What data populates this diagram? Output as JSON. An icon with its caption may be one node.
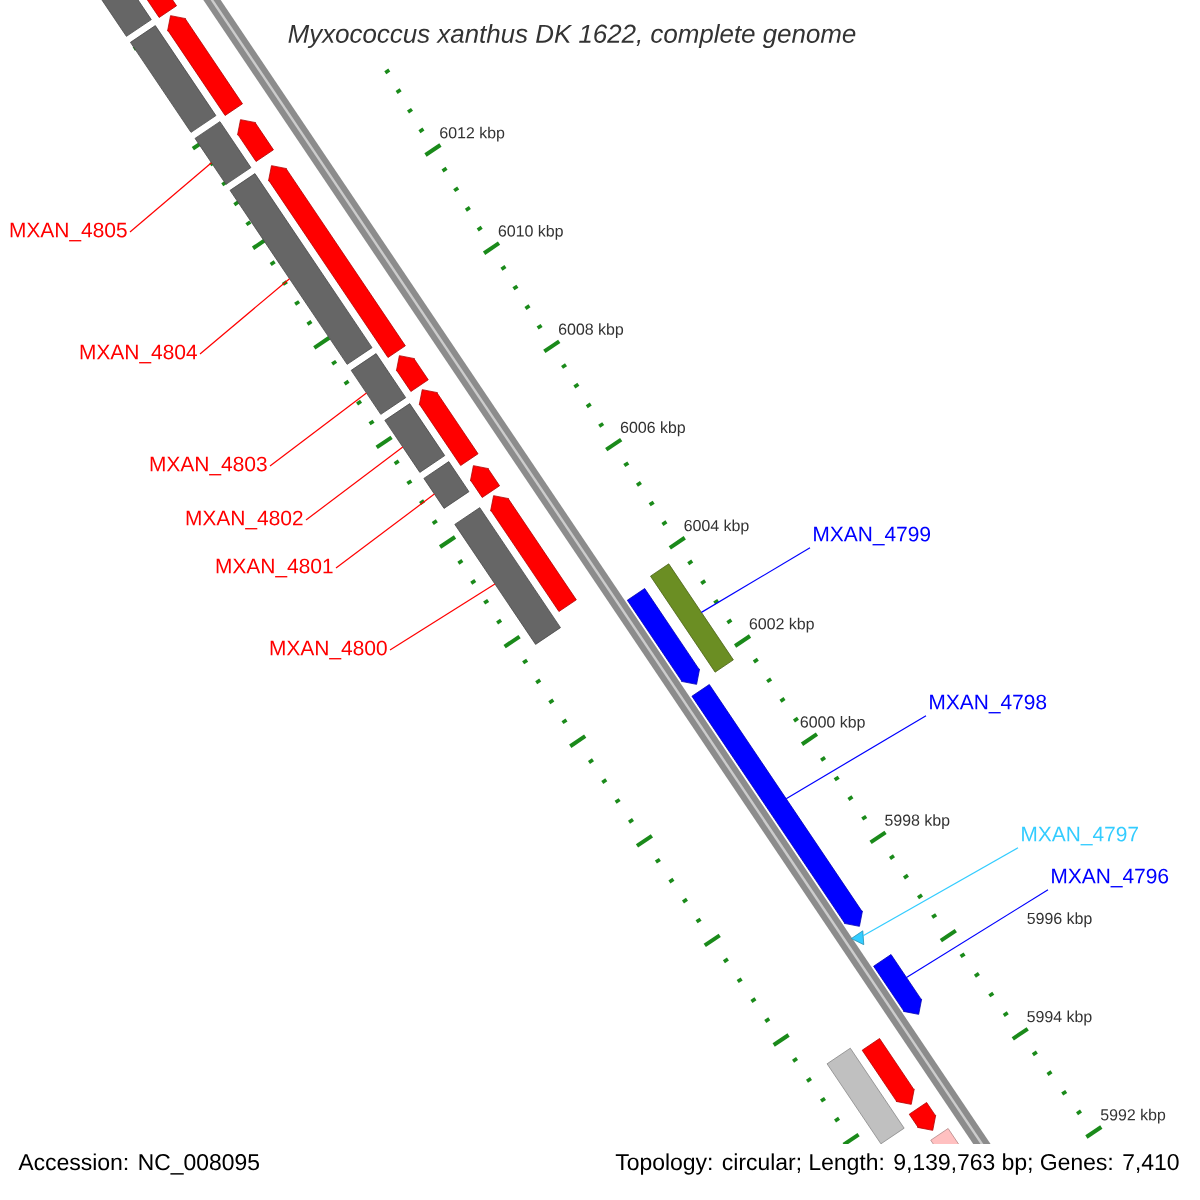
{
  "diagram": {
    "title": "Myxococcus xanthus DK 1622, complete genome",
    "nodes": [
      {
        "text": [
          "MXAN_4805"
        ]
      },
      {
        "text": [
          "MXAN_4804"
        ]
      },
      {
        "text": [
          "MXAN_4803"
        ]
      },
      {
        "text": [
          "MXAN_4802"
        ]
      },
      {
        "text": [
          "MXAN_4801"
        ]
      },
      {
        "text": [
          "MXAN_4800"
        ]
      },
      {
        "text": [
          "MXAN_4799"
        ]
      },
      {
        "text": [
          "MXAN_4798"
        ]
      },
      {
        "text": [
          "MXAN_4797"
        ]
      },
      {
        "text": [
          "MXAN_4796"
        ]
      },
      {
        "text": [],
        "shape": "bar"
      },
      {
        "text": [],
        "shape": "bar"
      },
      {
        "text": [],
        "shape": "bar"
      },
      {
        "text": [],
        "shape": "bar"
      },
      {
        "text": [],
        "shape": "bar"
      },
      {
        "text": [],
        "shape": "bar"
      },
      {
        "text": [],
        "shape": "bar"
      },
      {
        "text": [],
        "shape": "arrow"
      },
      {
        "text": [],
        "shape": "triangle"
      },
      {
        "text": [],
        "shape": "arrow"
      },
      {
        "text": [],
        "shape": "arrow"
      },
      {
        "text": [],
        "shape": "arrow"
      },
      {
        "text": [],
        "shape": "arrow"
      },
      {
        "text": [],
        "shape": "arrow"
      },
      {
        "text": [],
        "shape": "arrow"
      },
      {
        "text": [],
        "shape": "arrow"
      },
      {
        "text": [],
        "shape": "arrow"
      },
      {
        "text": [],
        "shape": "arrow"
      },
      {
        "text": [],
        "shape": "bar"
      },
      {
        "text": [],
        "shape": "bar"
      },
      {
        "text": [],
        "shape": "arrow"
      },
      {
        "text": [],
        "shape": "bar"
      },
      {
        "text": [],
        "shape": "arrow"
      },
      {
        "text": [],
        "shape": "arrow"
      },
      {
        "text": [],
        "shape": "arrow"
      }
    ],
    "edges": [
      {
        "from": 0,
        "to": 10,
        "arrow": "none"
      },
      {
        "from": 1,
        "to": 11,
        "arrow": "none"
      },
      {
        "from": 2,
        "to": 12,
        "arrow": "none"
      },
      {
        "from": 3,
        "to": 13,
        "arrow": "none"
      },
      {
        "from": 4,
        "to": 14,
        "arrow": "none"
      },
      {
        "from": 5,
        "to": 15,
        "arrow": "none"
      },
      {
        "from": 6,
        "to": 16,
        "arrow": "none",
        "color": "#0000ff"
      },
      {
        "from": 7,
        "to": 17,
        "arrow": "none",
        "color": "#0000ff"
      },
      {
        "from": 8,
        "to": 18,
        "arrow": "none",
        "color": "#33ccff"
      },
      {
        "from": 9,
        "to": 19,
        "arrow": "none",
        "color": "#0000ff"
      }
    ],
    "labels": [
      "6012 kbp",
      "6010 kbp",
      "6008 kbp",
      "6006 kbp",
      "6004 kbp",
      "6002 kbp",
      "6000 kbp",
      "5998 kbp",
      "5996 kbp",
      "5994 kbp",
      "5992 kbp",
      "Accession: NC_008095",
      "Topology: circular; Length: 9,139,763 bp; Genes: 7,410"
    ]
  }
}
